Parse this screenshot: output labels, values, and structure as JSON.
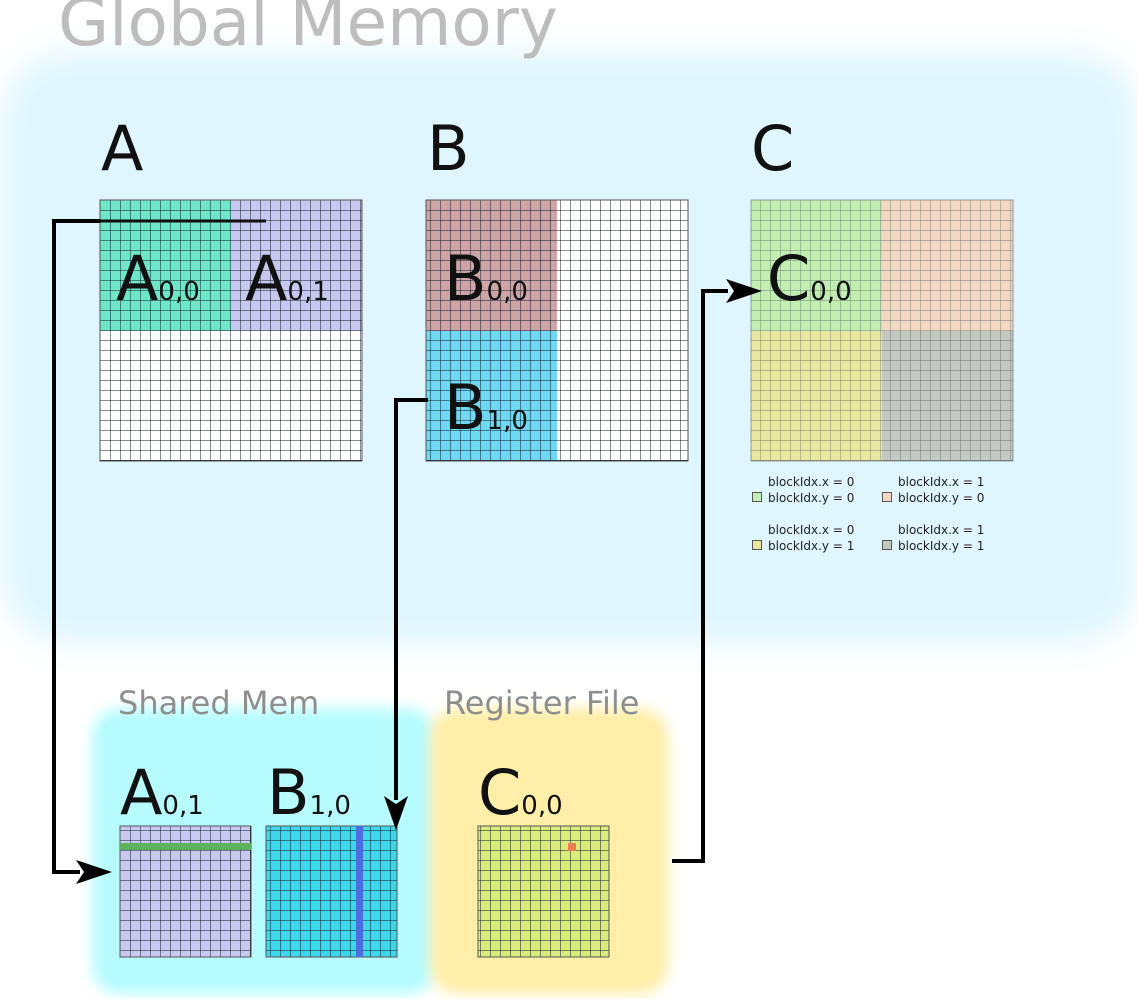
{
  "title": "Global Memory",
  "regions": {
    "shared_label": "Shared Mem",
    "register_label": "Register File"
  },
  "matrices": {
    "a": {
      "name": "A",
      "tile_00": {
        "base": "A",
        "sub": "0,0"
      },
      "tile_01": {
        "base": "A",
        "sub": "0,1"
      }
    },
    "b": {
      "name": "B",
      "tile_00": {
        "base": "B",
        "sub": "0,0"
      },
      "tile_10": {
        "base": "B",
        "sub": "1,0"
      }
    },
    "c": {
      "name": "C",
      "tile_00": {
        "base": "C",
        "sub": "0,0"
      }
    }
  },
  "shared": {
    "a_tile": {
      "base": "A",
      "sub": "0,1"
    },
    "b_tile": {
      "base": "B",
      "sub": "1,0"
    }
  },
  "register": {
    "c_tile": {
      "base": "C",
      "sub": "0,0"
    }
  },
  "legend": [
    {
      "x": "blockIdx.x = 0",
      "y": "blockIdx.y = 0",
      "color": "#c2eeb2"
    },
    {
      "x": "blockIdx.x = 1",
      "y": "blockIdx.y = 0",
      "color": "#f3d9c4"
    },
    {
      "x": "blockIdx.x = 0",
      "y": "blockIdx.y = 1",
      "color": "#e9e7a0"
    },
    {
      "x": "blockIdx.x = 1",
      "y": "blockIdx.y = 1",
      "color": "#c3c8c1"
    }
  ],
  "colors": {
    "a_tile_00": "#6ee7c8",
    "a_tile_01": "#c7c8ef",
    "b_tile_00": "#cfa4a4",
    "b_tile_10": "#6fd8f2",
    "c_tile_00": "#c2eeb2",
    "c_tile_01": "#f3d9c4",
    "c_tile_10": "#e9e7a0",
    "c_tile_11": "#c3c8c1",
    "shared_a": "#c8c8f0",
    "shared_b": "#3fd7ec",
    "register_c": "#dcec7c",
    "row_highlight": "#5cb35c",
    "col_highlight": "#4c6ee0",
    "element_highlight": "#f07a52"
  }
}
